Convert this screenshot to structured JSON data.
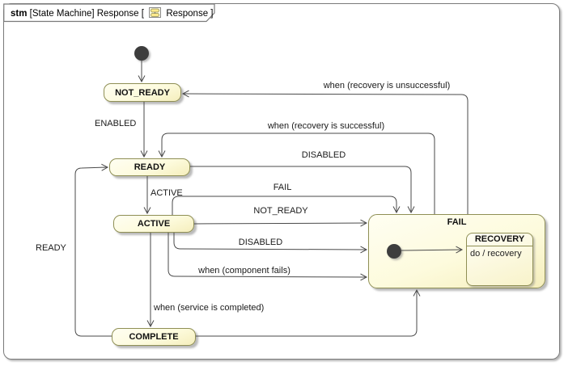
{
  "title": {
    "keyword": "stm",
    "type_and_name": " [State Machine] Response [ ",
    "context": " Response ]"
  },
  "states": {
    "not_ready": {
      "name": "NOT_READY"
    },
    "ready": {
      "name": "READY"
    },
    "active": {
      "name": "ACTIVE"
    },
    "complete": {
      "name": "COMPLETE"
    },
    "fail": {
      "name": "FAIL"
    },
    "recovery": {
      "name": "RECOVERY",
      "activity": "do / recovery"
    }
  },
  "transitions": {
    "enabled": "ENABLED",
    "active": "ACTIVE",
    "ready": "READY",
    "disabled_from_ready": "DISABLED",
    "fail": "FAIL",
    "not_ready": "NOT_READY",
    "disabled_from_active": "DISABLED",
    "component_fails": "when (component fails)",
    "service_completed": "when (service is completed)",
    "recovery_successful": "when (recovery is successful)",
    "recovery_unsuccessful": "when (recovery is unsuccessful)"
  },
  "colors": {
    "state_fill_top": "#fffef2",
    "state_fill_bottom": "#f5eebc",
    "state_border": "#8f8f55",
    "line": "#4a4a4a",
    "frame_border": "#7a7a7a",
    "bg": "#ffffff"
  }
}
